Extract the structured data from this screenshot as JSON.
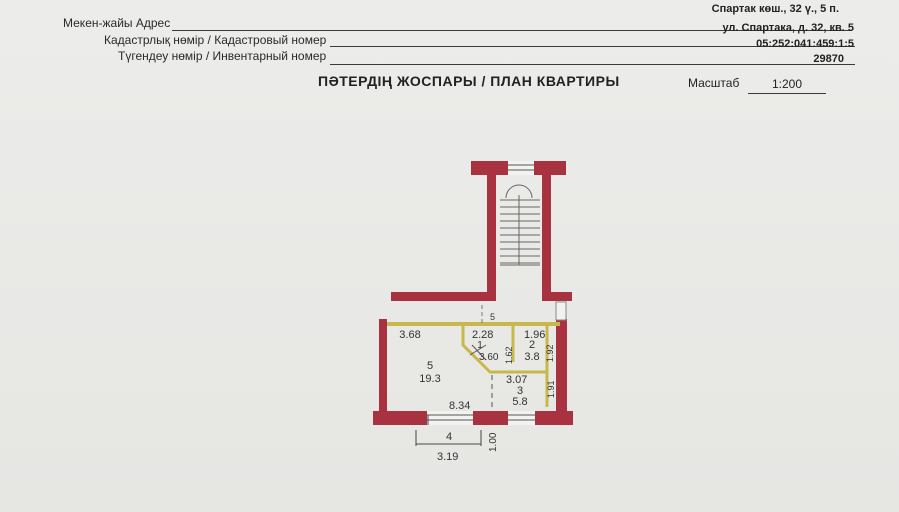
{
  "header": {
    "address_label": "Мекен-жайы Адрес",
    "address_line1": "Спартак көш., 32 ү., 5 п.",
    "address_line2": "ул. Спартака, д. 32, кв. 5",
    "cadastral_label": "Кадастрлық нөмір / Кадастровый номер",
    "cadastral_value": "05:252:041:459:1:5",
    "inventory_label": "Түгендеу нөмір / Инвентарный номер",
    "inventory_value": "29870"
  },
  "plan": {
    "title": "ПӘТЕРДІҢ ЖОСПАРЫ / ПЛАН КВАРТИРЫ",
    "scale_label": "Масштаб",
    "scale_value": "1:200",
    "dims": {
      "d_368": "3.68",
      "d_228": "2.28",
      "d_196": "1.96",
      "d_192": "1.92",
      "d_162": "1.62",
      "d_360": "3.60",
      "d_307": "3.07",
      "d_191": "1.91",
      "d_834": "8.34",
      "d_4": "4",
      "d_100": "1.00",
      "d_319": "3.19",
      "d_5top": "5"
    },
    "rooms": [
      {
        "num": "5",
        "area": "19.3"
      },
      {
        "num": "2",
        "area": "3.8"
      },
      {
        "num": "3",
        "area": "5.8"
      },
      {
        "num": "1",
        "area": ""
      }
    ]
  },
  "colors": {
    "wall": "#a8323f",
    "partition": "#c8b84a",
    "ink": "#333333"
  }
}
